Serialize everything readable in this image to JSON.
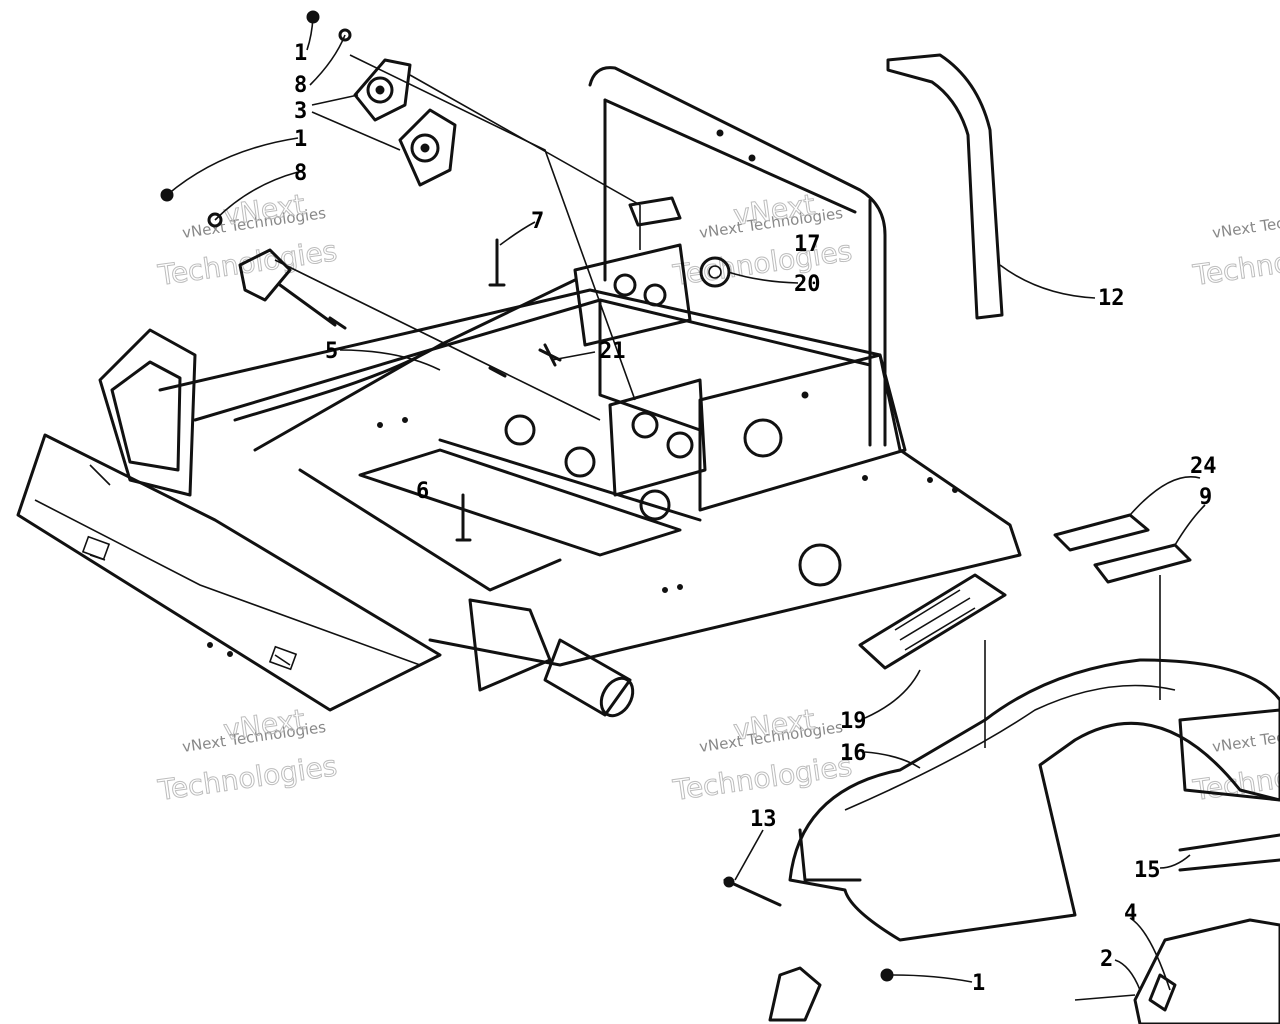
{
  "watermark": {
    "line1": "vNext Technologies",
    "line2": "vNext",
    "line3": "Technologies",
    "color": "#9a9a9a"
  },
  "callouts": [
    {
      "id": "c1a",
      "label": "1"
    },
    {
      "id": "c8a",
      "label": "8"
    },
    {
      "id": "c3",
      "label": "3"
    },
    {
      "id": "c1b",
      "label": "1"
    },
    {
      "id": "c8b",
      "label": "8"
    },
    {
      "id": "c7",
      "label": "7"
    },
    {
      "id": "c17",
      "label": "17"
    },
    {
      "id": "c20",
      "label": "20"
    },
    {
      "id": "c12",
      "label": "12"
    },
    {
      "id": "c5",
      "label": "5"
    },
    {
      "id": "c21",
      "label": "21"
    },
    {
      "id": "c6",
      "label": "6"
    },
    {
      "id": "c24",
      "label": "24"
    },
    {
      "id": "c9",
      "label": "9"
    },
    {
      "id": "c19",
      "label": "19"
    },
    {
      "id": "c16",
      "label": "16"
    },
    {
      "id": "c13",
      "label": "13"
    },
    {
      "id": "c15",
      "label": "15"
    },
    {
      "id": "c4",
      "label": "4"
    },
    {
      "id": "c2",
      "label": "2"
    },
    {
      "id": "c1c",
      "label": "1"
    }
  ]
}
